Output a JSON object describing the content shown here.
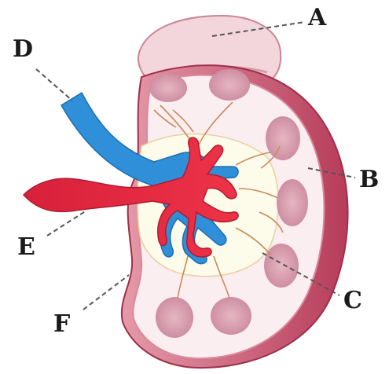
{
  "labels": {
    "a": "A",
    "b": "B",
    "c": "C",
    "d": "D",
    "e": "E",
    "f": "F"
  },
  "colors": {
    "capsule": "#c8516c",
    "cortex": "#fbeef0",
    "pyramid": "#d99cad",
    "artery": "#e0263a",
    "vein": "#2f8fd8",
    "pelvis": "#fdfbe9"
  }
}
